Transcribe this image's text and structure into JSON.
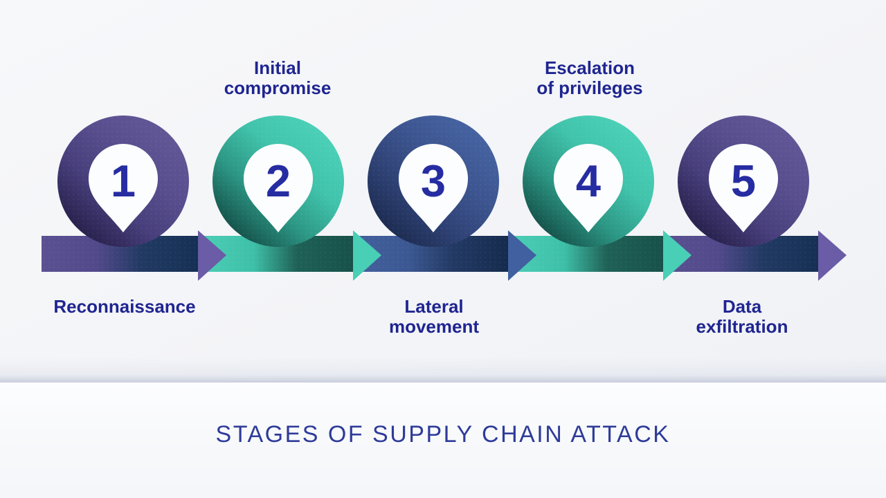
{
  "title": "STAGES OF SUPPLY CHAIN ATTACK",
  "stages": [
    {
      "number": "1",
      "label": "Reconnaissance",
      "label_position": "below",
      "ribbon_color": "#5b5192",
      "ribbon_shadow_color": "#142f53",
      "arrow_color": "#6a5ca6"
    },
    {
      "number": "2",
      "label": "Initial\ncompromise",
      "label_position": "above",
      "ribbon_color": "#4ccfb6",
      "ribbon_shadow_color": "#175049",
      "arrow_color": "#48cfb5"
    },
    {
      "number": "3",
      "label": "Lateral\nmovement",
      "label_position": "below",
      "ribbon_color": "#44619e",
      "ribbon_shadow_color": "#142a4c",
      "arrow_color": "#40609f"
    },
    {
      "number": "4",
      "label": "Escalation\nof privileges",
      "label_position": "above",
      "ribbon_color": "#4ccfb6",
      "ribbon_shadow_color": "#175049",
      "arrow_color": "#48cfb5"
    },
    {
      "number": "5",
      "label": "Data\nexfiltration",
      "label_position": "below",
      "ribbon_color": "#5b5192",
      "ribbon_shadow_color": "#142f53",
      "arrow_color": "#6a5ca6"
    }
  ],
  "colors": {
    "number_text": "#262ca1",
    "label_text": "#1f2590",
    "title_text": "#2e3b99",
    "background_top": "#f4f5f7",
    "footer_panel": "#fafbfd",
    "dark_navy_shadow": "#142f53",
    "dark_teal_shadow": "#175049"
  }
}
